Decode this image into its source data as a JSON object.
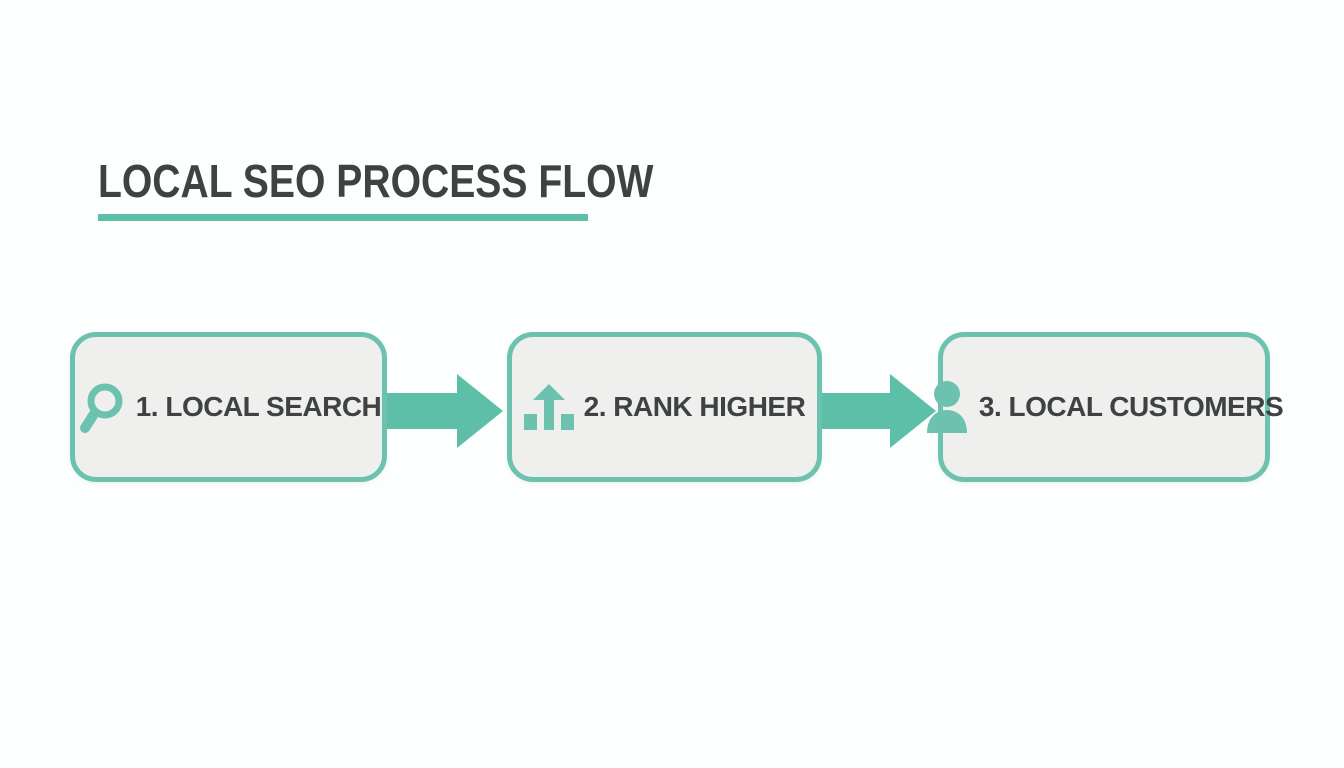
{
  "title": {
    "text": "LOCAL SEO PROCESS FLOW"
  },
  "steps": [
    {
      "label": "1. LOCAL SEARCH",
      "icon": "magnifier-search-icon"
    },
    {
      "label": "2. RANK HIGHER",
      "icon": "rank-up-chart-icon"
    },
    {
      "label": "3. LOCAL CUSTOMERS",
      "icon": "person-icon"
    }
  ],
  "colors": {
    "page_bg": "#fdfefe",
    "teal": "#5ebfa8",
    "teal_light": "#6cc2ae",
    "box_fill": "#efefee",
    "text_dark": "#3e4242"
  }
}
